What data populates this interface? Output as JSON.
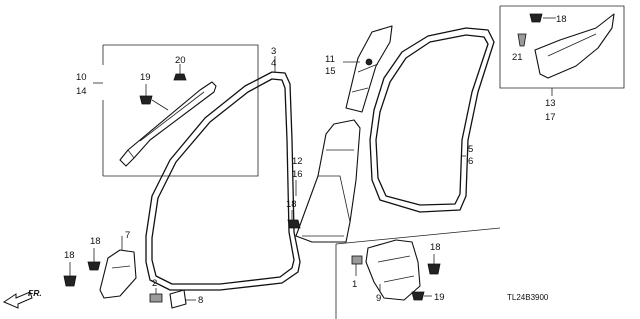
{
  "diagram": {
    "callouts": {
      "c1": "1",
      "c2": "2",
      "c3": "3",
      "c4": "4",
      "c5": "5",
      "c6": "6",
      "c7": "7",
      "c8": "8",
      "c9": "9",
      "c10": "10",
      "c11": "11",
      "c12": "12",
      "c13": "13",
      "c14": "14",
      "c15": "15",
      "c16": "16",
      "c17": "17",
      "c18a": "18",
      "c18b": "18",
      "c18c": "18",
      "c18d": "18",
      "c18e": "18",
      "c19a": "19",
      "c19b": "19",
      "c20": "20",
      "c21": "21"
    },
    "direction_label": "FR.",
    "diagram_code": "TL24B3900"
  }
}
